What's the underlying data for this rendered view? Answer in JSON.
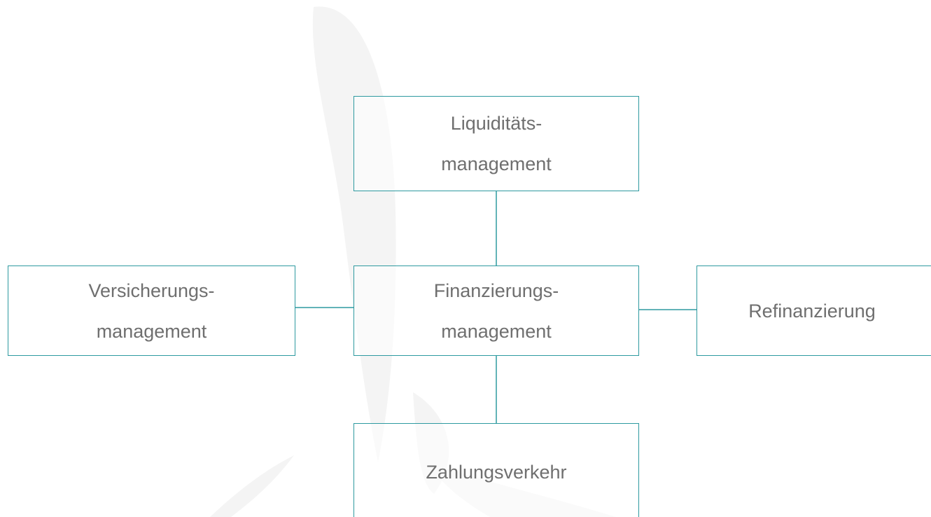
{
  "diagram": {
    "nodes": {
      "top": {
        "line1": "Liquiditäts-",
        "line2": "management"
      },
      "left": {
        "line1": "Versicherungs-",
        "line2": "management"
      },
      "center": {
        "line1": "Finanzierungs-",
        "line2": "management"
      },
      "right": {
        "line1": "Refinanzierung"
      },
      "bottom": {
        "line1": "Zahlungsverkehr"
      }
    },
    "edges": [
      {
        "from": "center",
        "to": "top"
      },
      {
        "from": "center",
        "to": "left"
      },
      {
        "from": "center",
        "to": "right"
      },
      {
        "from": "center",
        "to": "bottom"
      }
    ],
    "colors": {
      "border": "#2e9aa0",
      "text": "#6f6f6f",
      "watermark": "#f3f3f3"
    }
  }
}
